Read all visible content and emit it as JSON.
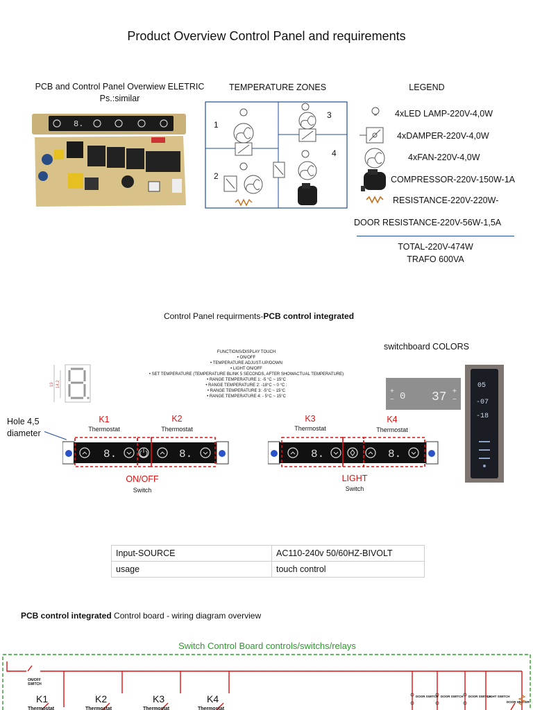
{
  "title": "Product Overview Control Panel and requirements",
  "pcb": {
    "title": "PCB and Control Panel Overwiew ELETRIC",
    "subtitle": "Ps.:similar"
  },
  "zones": {
    "title": "TEMPERATURE ZONES",
    "labels": [
      "1",
      "2",
      "3",
      "4"
    ]
  },
  "legend": {
    "title": "LEGEND",
    "items": [
      "4xLED LAMP-220V-4,0W",
      "4xDAMPER-220V-4,0W",
      "4xFAN-220V-4,0W",
      "COMPRESSOR-220V-150W-1A",
      "RESISTANCE-220V-220W-"
    ],
    "door": "DOOR RESISTANCE-220V-56W-1,5A",
    "total": "TOTAL-220V-474W",
    "trafo": "TRAFO 600VA"
  },
  "requirements": {
    "prefix": "Control Panel requirments-",
    "bold": "PCB control integrated"
  },
  "functions": [
    "FUNCTIONS/DISPLAY TOUCH",
    "•   ON/OFF",
    "•   TEMPERATURE ADJUST-UP/DOWN",
    "•   LIGHT ON/OFF",
    "•   SET TEMPERATURE   (TEMPERATURE BLINK 5 SECONDS, AFTER SHOWACTUAL TEMPERATURE)",
    "•   RANGE TEMPERATURE 1: -5 °C ~ 15°C",
    "•   RANGE TEMPERATURE 2: -18°C ~ 0 °C :",
    "•   RANGE TEMPERATURE 3: -5°C ~ 15°C",
    "•   RANGE TEMPERATURE 4: - 5°C ~ 15°C"
  ],
  "digit_dims": {
    "h1": "19",
    "h2": "14.2"
  },
  "switchboard_colors": "switchboard COLORS",
  "swatch1": {
    "a": "0",
    "b": "37"
  },
  "swatch2": {
    "a": "05",
    "b": "-07",
    "c": "-18"
  },
  "hole": {
    "line1": "Hole 4,5",
    "line2": "diameter"
  },
  "panel": {
    "k1": "K1",
    "k2": "K2",
    "k3": "K3",
    "k4": "K4",
    "thermostat": "Thermostat",
    "onoff": "ON/OFF",
    "light": "LIGHT",
    "switch": "Switch",
    "digit": "8."
  },
  "spec_table": [
    [
      "Input-SOURCE",
      "AC110-240v 50/60HZ-BIVOLT"
    ],
    [
      "usage",
      "touch control"
    ]
  ],
  "wiring": {
    "title_bold": "PCB control integrated",
    "title_rest": " Control board - wiring diagram overview",
    "box_title": "Switch Control Board  controls/switchs/relays",
    "onoff_line1": "ON/OFF",
    "onoff_line2": "SWITCH",
    "door_switch": "DOOR SWITCH",
    "light_switch": "LIGHT SWITCH",
    "door_heater": "DOOR HEATER"
  },
  "colors": {
    "red": "#dd1111",
    "green": "#2a9d2a",
    "blue": "#1f4e9c"
  }
}
